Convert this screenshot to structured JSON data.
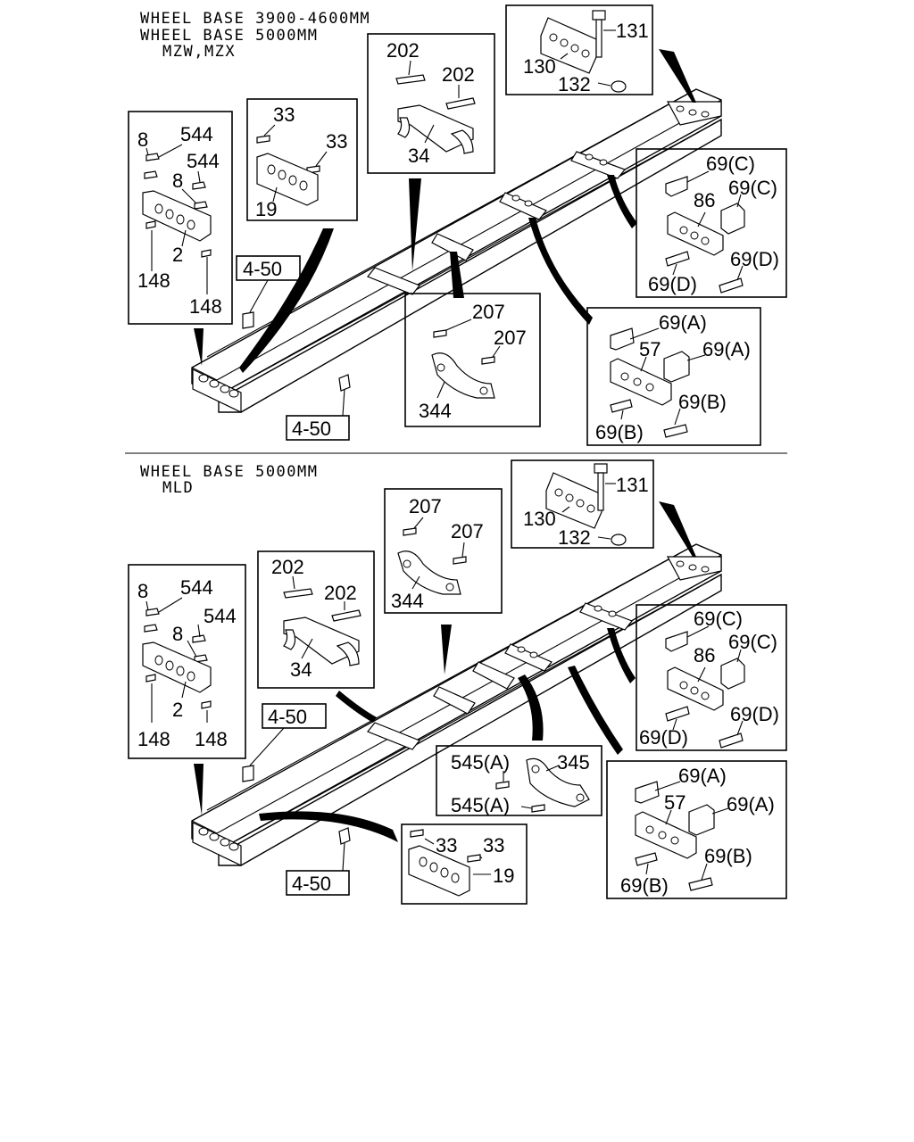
{
  "top_section": {
    "header": [
      "WHEEL BASE 3900-4600MM",
      "WHEEL BASE 5000MM",
      "MZW,MZX"
    ],
    "refs": [
      "4-50",
      "4-50"
    ],
    "callouts": {
      "crossmember_rear": {
        "p1": "131",
        "p2": "130",
        "p3": "132"
      },
      "gusset_top": {
        "p1": "202",
        "p2": "202",
        "p3": "34"
      },
      "crossmember_19": {
        "p1": "33",
        "p2": "33",
        "p3": "19"
      },
      "crossmember_2": {
        "p1": "8",
        "p2": "544",
        "p3": "544",
        "p4": "8",
        "p5": "2",
        "p6": "148",
        "p7": "148"
      },
      "crossmember_86": {
        "p1": "69(C)",
        "p2": "69(C)",
        "p3": "86",
        "p4": "69(D)",
        "p5": "69(D)"
      },
      "gusset_344": {
        "p1": "207",
        "p2": "207",
        "p3": "344"
      },
      "crossmember_57": {
        "p1": "69(A)",
        "p2": "57",
        "p3": "69(A)",
        "p4": "69(B)",
        "p5": "69(B)"
      }
    }
  },
  "bottom_section": {
    "header": [
      "WHEEL BASE 5000MM",
      "MLD"
    ],
    "refs": [
      "4-50",
      "4-50"
    ],
    "callouts": {
      "crossmember_rear": {
        "p1": "131",
        "p2": "130",
        "p3": "132"
      },
      "gusset_344": {
        "p1": "207",
        "p2": "207",
        "p3": "344"
      },
      "gusset_34": {
        "p1": "202",
        "p2": "202",
        "p3": "34"
      },
      "crossmember_2": {
        "p1": "8",
        "p2": "544",
        "p3": "544",
        "p4": "8",
        "p5": "2",
        "p6": "148",
        "p7": "148"
      },
      "crossmember_86": {
        "p1": "69(C)",
        "p2": "69(C)",
        "p3": "86",
        "p4": "69(D)",
        "p5": "69(D)"
      },
      "gusset_345": {
        "p1": "545(A)",
        "p2": "345",
        "p3": "545(A)"
      },
      "crossmember_57": {
        "p1": "69(A)",
        "p2": "57",
        "p3": "69(A)",
        "p4": "69(B)",
        "p5": "69(B)"
      },
      "crossmember_19": {
        "p1": "33",
        "p2": "33",
        "p3": "19"
      }
    }
  }
}
